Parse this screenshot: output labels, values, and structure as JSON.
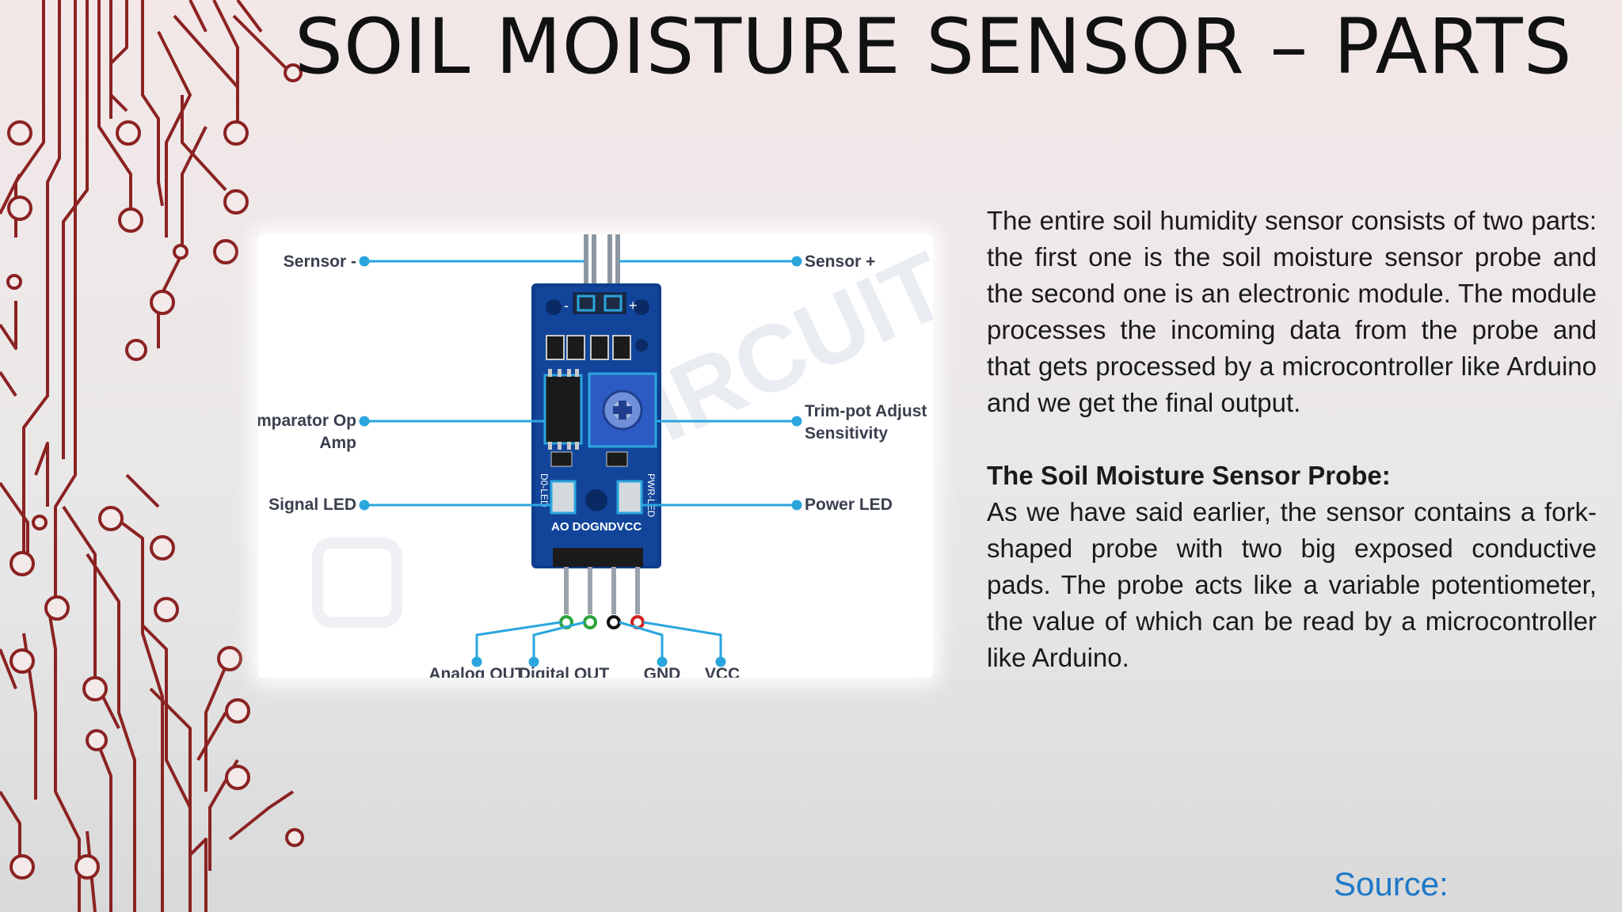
{
  "slide": {
    "title": "SOIL MOISTURE SENSOR – PARTS",
    "paragraph1": "The entire soil humidity sensor consists of two parts: the first one is the soil moisture sensor probe and the second one is an electronic module. The module processes the incoming data from the probe and that gets processed by a microcontroller like Arduino and we get the final output.",
    "heading": "The Soil Moisture Sensor Probe:",
    "paragraph2": "As we have said earlier, the sensor contains a fork-shaped probe with two big exposed conductive pads. The probe acts like a variable potentiometer, the value of which can be read by a microcontroller like Arduino.",
    "source_label": "Source:"
  },
  "figure": {
    "labels": {
      "sensor_minus": "Sernsor -",
      "sensor_plus": "Sensor +",
      "comparator_line1": "Comparator Op",
      "comparator_line2": "Amp",
      "trimpot_line1": "Trim-pot Adjust",
      "trimpot_line2": "Sensitivity",
      "signal_led": "Signal LED",
      "power_led": "Power LED",
      "analog_out": "Analog OUT",
      "digital_out": "Digital OUT",
      "gnd": "GND",
      "vcc": "VCC",
      "pin_row": "AO DOGNDVCC",
      "plus_mark": "+",
      "minus_mark": "-",
      "d0_led": "D0-LED",
      "pwr_led": "PWR-LED"
    },
    "watermark": "CIRCUIT"
  },
  "colors": {
    "title": "#111111",
    "text": "#1a1a1a",
    "source": "#1e78c8",
    "circuit_trace": "#8b2222",
    "leader_line": "#2aa6dd",
    "board": "#0f3d8c",
    "pin_green": "#2aa33a",
    "pin_black": "#111111",
    "pin_red": "#d42020"
  }
}
